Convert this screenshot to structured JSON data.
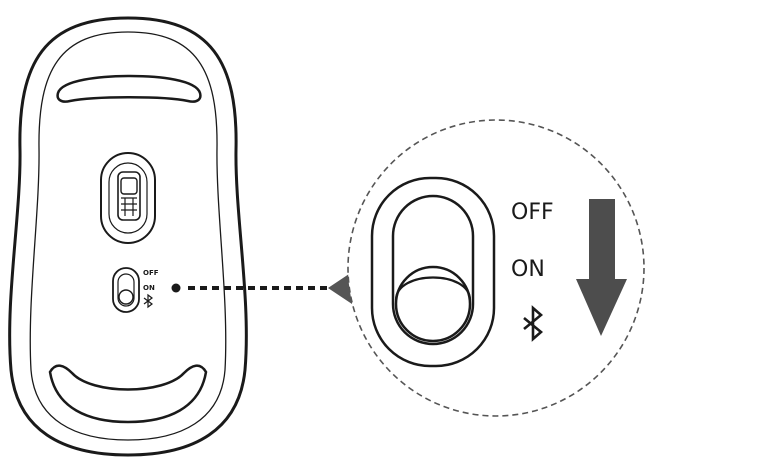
{
  "mouse_switch": {
    "small_labels": {
      "off": "OFF",
      "on": "ON"
    },
    "zoom_labels": {
      "off": "OFF",
      "on": "ON"
    },
    "bluetooth_icon": "bluetooth-icon",
    "arrow_icon": "arrow-down-icon",
    "colors": {
      "line": "#1a1a1a",
      "arrow": "#4d4d4d",
      "dash": "#555555"
    }
  }
}
